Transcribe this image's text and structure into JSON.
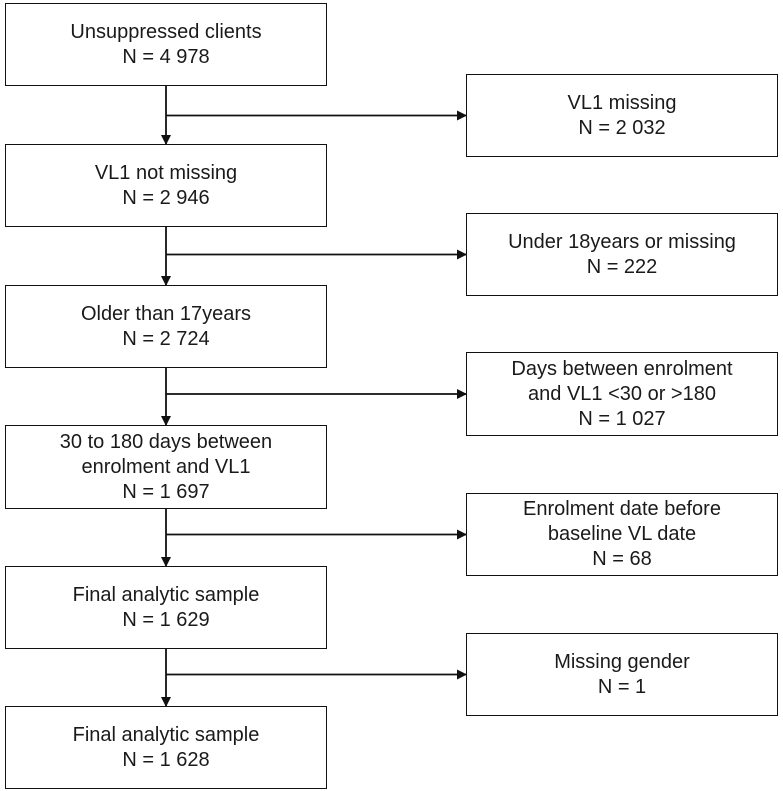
{
  "colors": {
    "line": "#111111",
    "text": "#1a1a1a",
    "background": "#ffffff"
  },
  "main_boxes": [
    {
      "label": "Unsuppressed clients",
      "count": "N = 4 978"
    },
    {
      "label": "VL1 not missing",
      "count": "N = 2 946"
    },
    {
      "label": "Older than 17years",
      "count": "N = 2 724"
    },
    {
      "label_lines": [
        "30 to 180 days between",
        "enrolment and VL1"
      ],
      "count": "N = 1 697"
    },
    {
      "label": "Final analytic sample",
      "count": "N = 1 629"
    },
    {
      "label": "Final analytic sample",
      "count": "N = 1 628"
    }
  ],
  "exclusion_boxes": [
    {
      "label": "VL1 missing",
      "count": "N = 2 032"
    },
    {
      "label": "Under 18years or missing",
      "count": "N = 222"
    },
    {
      "label_lines": [
        "Days between enrolment",
        "and VL1 <30 or >180"
      ],
      "count": "N = 1 027"
    },
    {
      "label_lines": [
        "Enrolment date before",
        "baseline VL date"
      ],
      "count": "N = 68"
    },
    {
      "label": "Missing gender",
      "count": "N = 1"
    }
  ]
}
